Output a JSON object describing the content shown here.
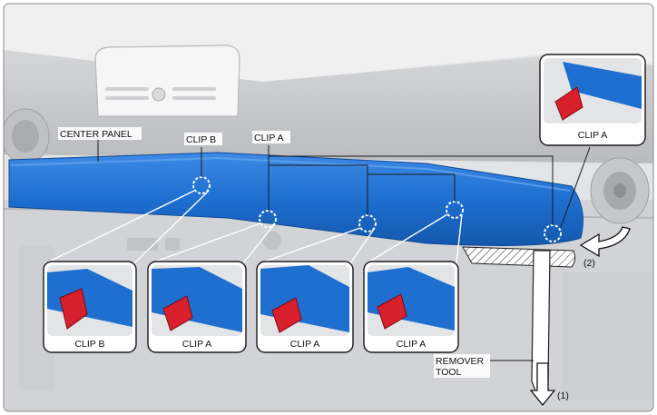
{
  "labels": {
    "center_panel": "CENTER PANEL",
    "clip_b_top": "CLIP B",
    "clip_a_top": "CLIP A",
    "inset_top_right": "CLIP A",
    "inset_1": "CLIP B",
    "inset_2": "CLIP A",
    "inset_3": "CLIP A",
    "inset_4": "CLIP A",
    "remover_tool_line1": "REMOVER",
    "remover_tool_line2": "TOOL",
    "step_1": "(1)",
    "step_2": "(2)"
  },
  "colors": {
    "panel_blue": "#1e6fd0",
    "clip_red": "#d8202c",
    "dash_gray": "#c4c6c9",
    "line_dark": "#1a1a1a"
  },
  "icons": {
    "clip_marker": "dashed-circle-icon",
    "pull_arrow": "curved-arrow-icon",
    "down_arrow": "down-arrow-icon"
  }
}
